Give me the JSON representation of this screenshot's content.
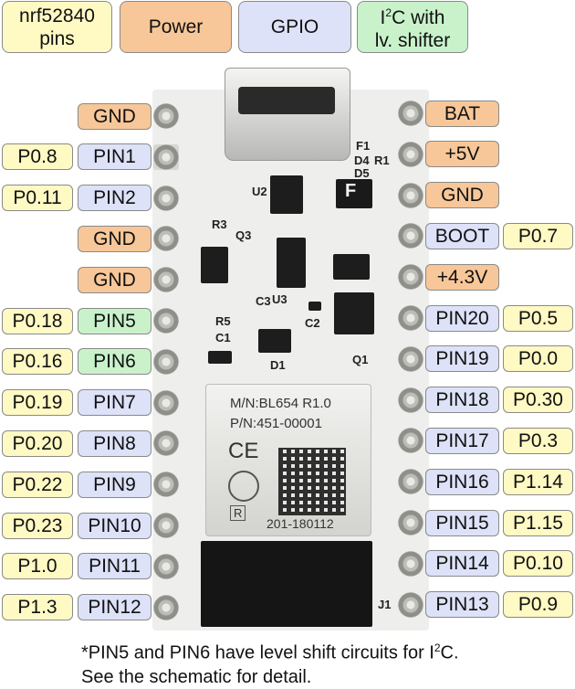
{
  "legend": {
    "nrf_line1": "nrf52840",
    "nrf_line2": "pins",
    "power": "Power",
    "gpio": "GPIO",
    "i2c_pre": "I",
    "i2c_sup": "2",
    "i2c_post": "C with",
    "i2c_line2": "lv. shifter"
  },
  "left_pins": [
    {
      "nrf": "",
      "label": "GND",
      "kind": "power"
    },
    {
      "nrf": "P0.8",
      "label": "PIN1",
      "kind": "gpio"
    },
    {
      "nrf": "P0.11",
      "label": "PIN2",
      "kind": "gpio"
    },
    {
      "nrf": "",
      "label": "GND",
      "kind": "power"
    },
    {
      "nrf": "",
      "label": "GND",
      "kind": "power"
    },
    {
      "nrf": "P0.18",
      "label": "PIN5",
      "kind": "i2c"
    },
    {
      "nrf": "P0.16",
      "label": "PIN6",
      "kind": "i2c"
    },
    {
      "nrf": "P0.19",
      "label": "PIN7",
      "kind": "gpio"
    },
    {
      "nrf": "P0.20",
      "label": "PIN8",
      "kind": "gpio"
    },
    {
      "nrf": "P0.22",
      "label": "PIN9",
      "kind": "gpio"
    },
    {
      "nrf": "P0.23",
      "label": "PIN10",
      "kind": "gpio"
    },
    {
      "nrf": "P1.0",
      "label": "PIN11",
      "kind": "gpio"
    },
    {
      "nrf": "P1.3",
      "label": "PIN12",
      "kind": "gpio"
    }
  ],
  "right_pins": [
    {
      "label": "BAT",
      "nrf": "",
      "kind": "power"
    },
    {
      "label": "+5V",
      "nrf": "",
      "kind": "power"
    },
    {
      "label": "GND",
      "nrf": "",
      "kind": "power"
    },
    {
      "label": "BOOT",
      "nrf": "P0.7",
      "kind": "gpio"
    },
    {
      "label": "+4.3V",
      "nrf": "",
      "kind": "power"
    },
    {
      "label": "PIN20",
      "nrf": "P0.5",
      "kind": "gpio"
    },
    {
      "label": "PIN19",
      "nrf": "P0.0",
      "kind": "gpio"
    },
    {
      "label": "PIN18",
      "nrf": "P0.30",
      "kind": "gpio"
    },
    {
      "label": "PIN17",
      "nrf": "P0.3",
      "kind": "gpio"
    },
    {
      "label": "PIN16",
      "nrf": "P1.14",
      "kind": "gpio"
    },
    {
      "label": "PIN15",
      "nrf": "P1.15",
      "kind": "gpio"
    },
    {
      "label": "PIN14",
      "nrf": "P0.10",
      "kind": "gpio"
    },
    {
      "label": "PIN13",
      "nrf": "P0.9",
      "kind": "gpio"
    }
  ],
  "module": {
    "mn": "M/N:BL654   R1.0",
    "pn": "P/N:451-00001",
    "ce": "CE",
    "cert": "201-180112",
    "r": "R"
  },
  "silkscreen": [
    "U2",
    "R3",
    "Q3",
    "U3",
    "C3",
    "C2",
    "R5",
    "C1",
    "D1",
    "Q1",
    "F1",
    "D4",
    "D5",
    "R1",
    "J1",
    "F"
  ],
  "footnote": {
    "line1_pre": "*PIN5 and PIN6 have level shift circuits for I",
    "line1_sup": "2",
    "line1_post": "C.",
    "line2": "See the schematic for detail."
  },
  "colors": {
    "nrf": "#fff9c4",
    "power": "#f7c799",
    "gpio": "#dde2f8",
    "i2c": "#c9f2cb"
  }
}
